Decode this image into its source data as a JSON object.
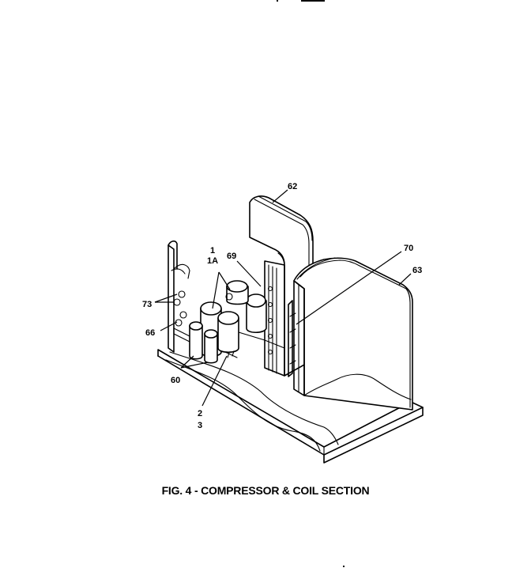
{
  "figure": {
    "caption": "FIG. 4 - COMPRESSOR & COIL SECTION"
  },
  "labels": {
    "l62": "62",
    "l70": "70",
    "l63": "63",
    "l1": "1",
    "l1a": "1A",
    "l69": "69",
    "l73": "73",
    "l66": "66",
    "l60": "60",
    "l2": "2",
    "l3": "3"
  }
}
